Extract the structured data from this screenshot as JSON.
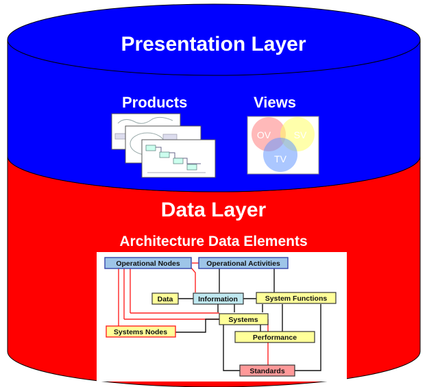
{
  "presentation_layer": {
    "title": "Presentation Layer",
    "products_label": "Products",
    "views_label": "Views",
    "venn": [
      "OV",
      "SV",
      "TV"
    ]
  },
  "data_layer": {
    "title": "Data Layer",
    "subtitle": "Architecture Data Elements",
    "nodes": {
      "operational_nodes": "Operational Nodes",
      "operational_activities": "Operational Activities",
      "data": "Data",
      "information": "Information",
      "system_functions": "System Functions",
      "systems": "Systems",
      "systems_nodes": "Systems Nodes",
      "performance": "Performance",
      "standards": "Standards"
    }
  },
  "colors": {
    "presentation_blue": "#0000ff",
    "data_red": "#ff0000",
    "blue_box": "#9ec5e8",
    "yellow_box": "#ffff99",
    "red_box": "#ff9999"
  }
}
